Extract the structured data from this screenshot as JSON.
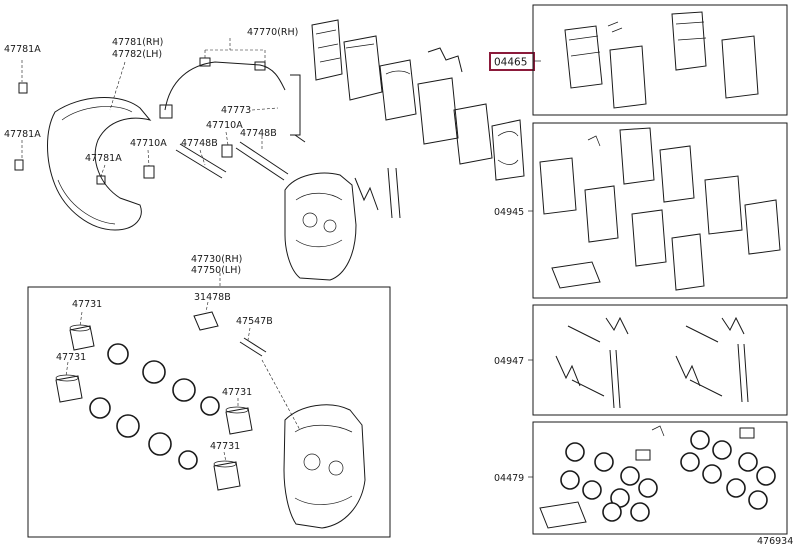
{
  "diagram_id": "476934",
  "highlight_color": "#8b1a3a",
  "labels": {
    "l47781A_a": "47781A",
    "l47781": "47781(RH)",
    "l47782": "47782(LH)",
    "l47770": "47770(RH)",
    "l47781A_b": "47781A",
    "l47781A_c": "47781A",
    "l47773": "47773",
    "l47710A_a": "47710A",
    "l47748B_a": "47748B",
    "l47710A_b": "47710A",
    "l47748B_b": "47748B",
    "l47730": "47730(RH)",
    "l47750": "47750(LH)",
    "l47731_a": "47731",
    "l31478B": "31478B",
    "l47547B": "47547B",
    "l47731_b": "47731",
    "l47731_c": "47731",
    "l47731_d": "47731",
    "l04465": "04465",
    "l04945": "04945",
    "l04947": "04947",
    "l04479": "04479"
  }
}
